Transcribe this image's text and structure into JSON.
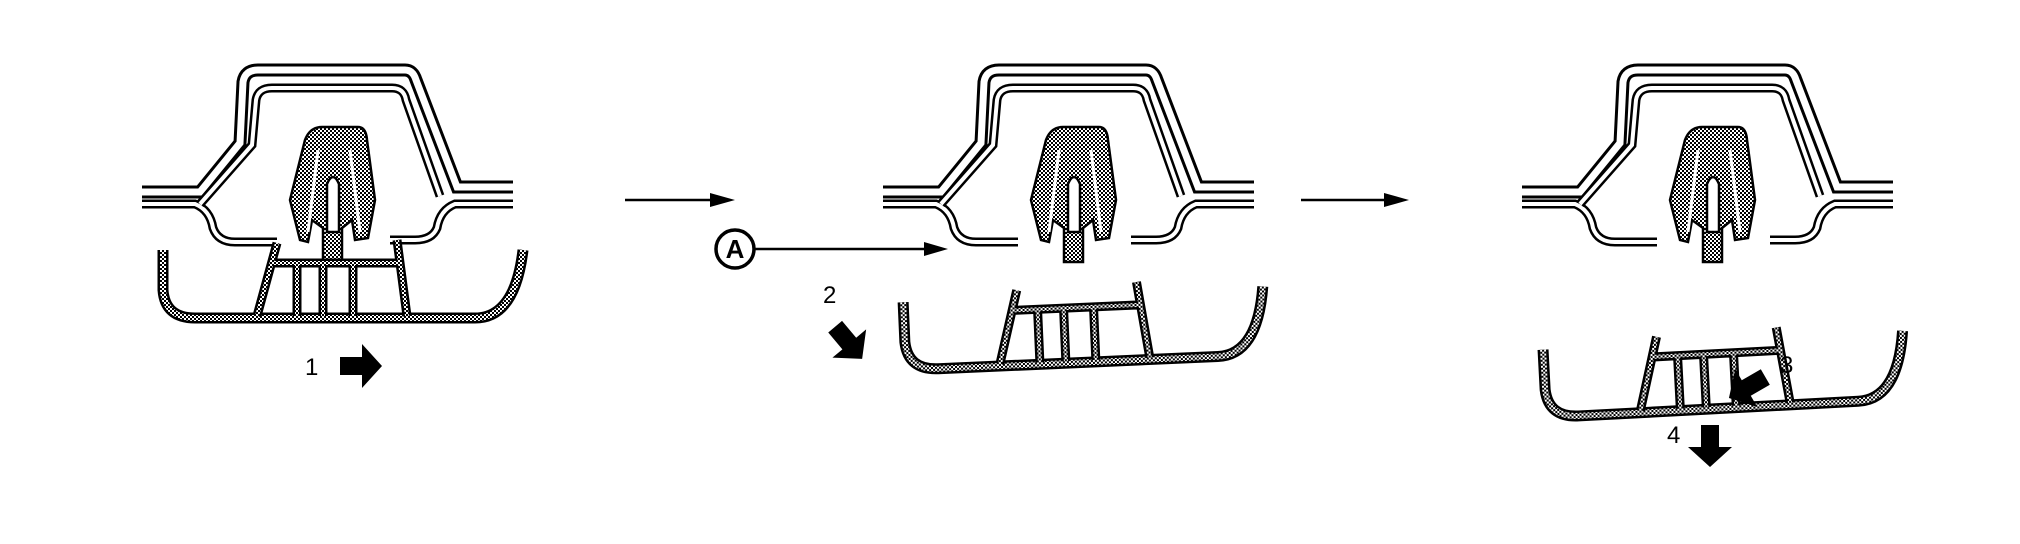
{
  "diagram": {
    "step_labels": [
      "1",
      "2",
      "3",
      "4"
    ],
    "callout_label": "A",
    "colors": {
      "ink": "#000000",
      "background": "#ffffff"
    }
  }
}
